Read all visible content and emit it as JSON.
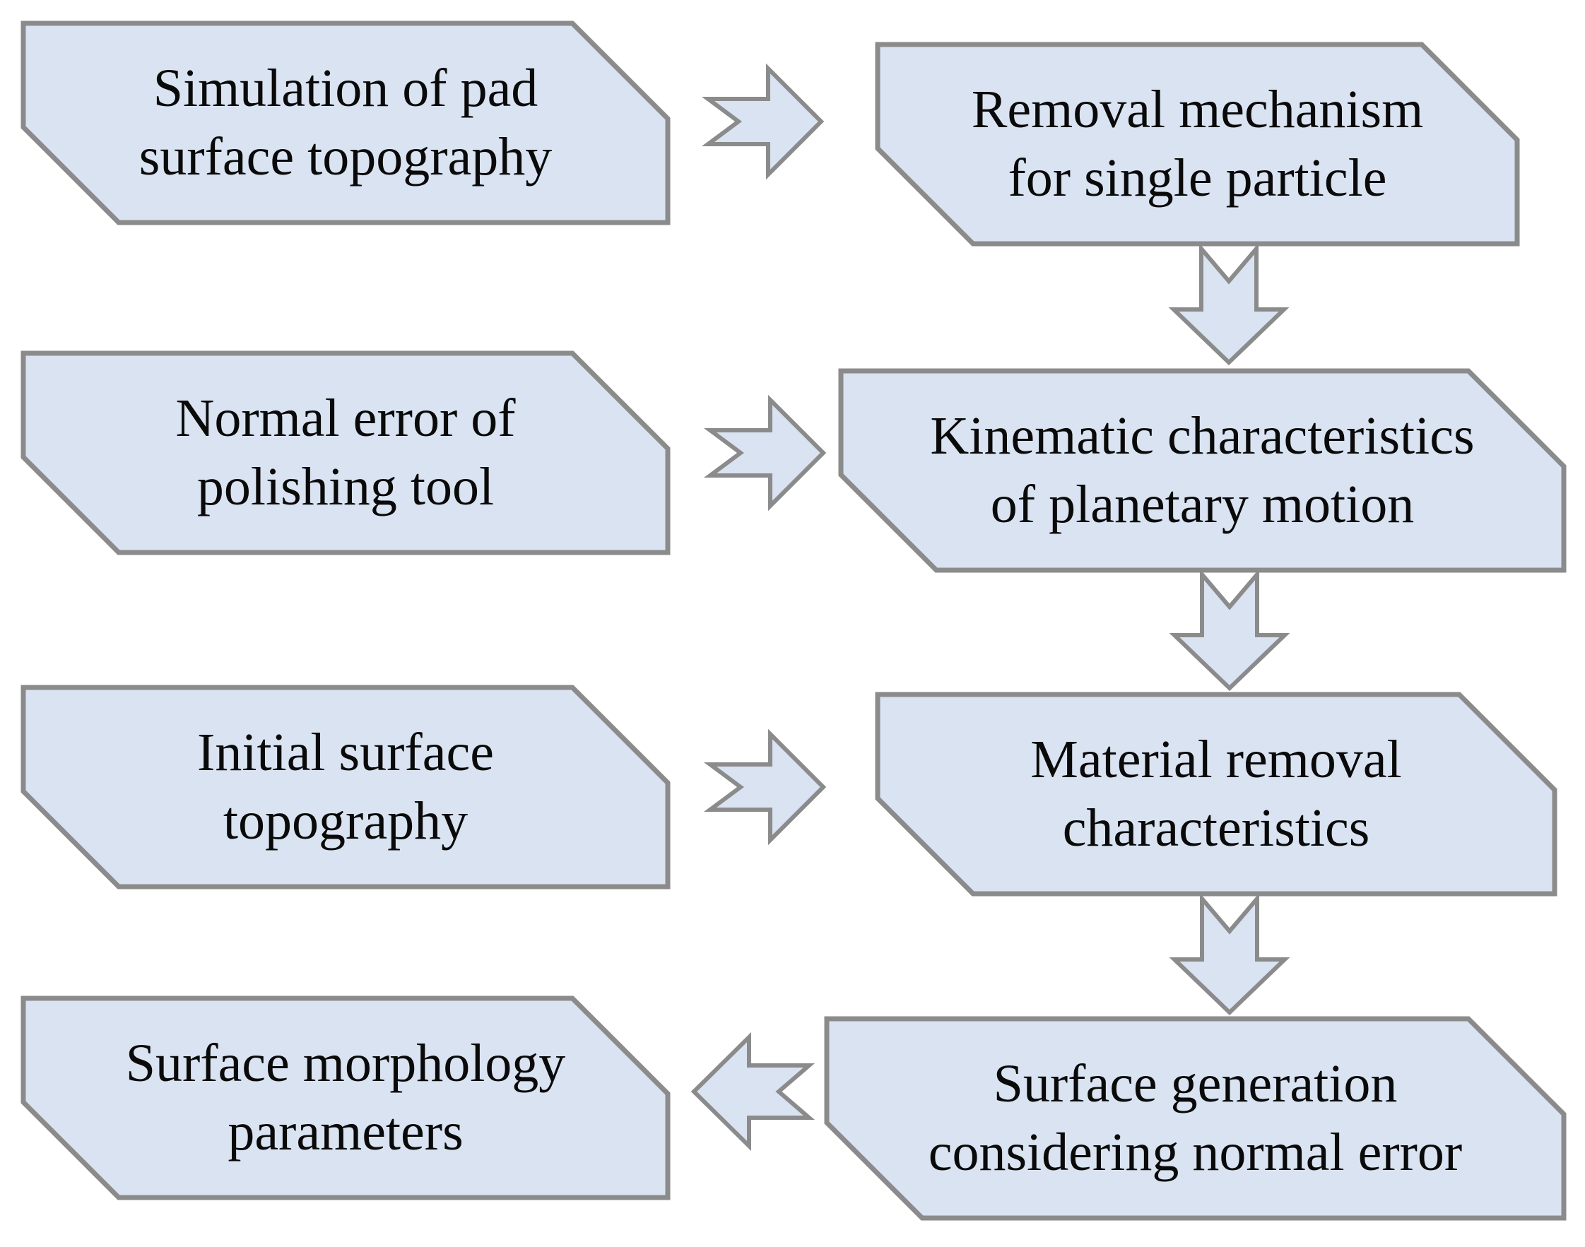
{
  "diagram": {
    "type": "flowchart",
    "colors": {
      "background": "#ffffff",
      "box_fill": "#dae3f1",
      "box_border": "#8b8b8b",
      "arrow_fill": "#dae3f1",
      "arrow_border": "#8b8b8b",
      "text_color": "#0a0a0a"
    },
    "nodes": [
      {
        "id": "simulation-pad-topography",
        "line1": "Simulation of pad",
        "line2": "surface topography"
      },
      {
        "id": "removal-mechanism-single-particle",
        "line1": "Removal mechanism",
        "line2": "for single particle"
      },
      {
        "id": "normal-error-polishing-tool",
        "line1": "Normal error of",
        "line2": "polishing tool"
      },
      {
        "id": "kinematic-characteristics-planetary-motion",
        "line1": "Kinematic characteristics",
        "line2": "of planetary motion"
      },
      {
        "id": "initial-surface-topography",
        "line1": "Initial surface",
        "line2": "topography"
      },
      {
        "id": "material-removal-characteristics",
        "line1": "Material removal",
        "line2": "characteristics"
      },
      {
        "id": "surface-morphology-parameters",
        "line1": "Surface morphology",
        "line2": "parameters"
      },
      {
        "id": "surface-generation-considering-normal-error",
        "line1": "Surface generation",
        "line2": "considering normal error"
      }
    ],
    "arrows": [
      {
        "id": "simulation-to-removal-mechanism",
        "direction": "right"
      },
      {
        "id": "removal-mechanism-to-kinematic",
        "direction": "down"
      },
      {
        "id": "normal-error-to-kinematic",
        "direction": "right"
      },
      {
        "id": "kinematic-to-material-removal",
        "direction": "down"
      },
      {
        "id": "initial-surface-to-material-removal",
        "direction": "right"
      },
      {
        "id": "material-removal-to-surface-generation",
        "direction": "down"
      },
      {
        "id": "surface-generation-to-morphology",
        "direction": "left"
      }
    ]
  }
}
